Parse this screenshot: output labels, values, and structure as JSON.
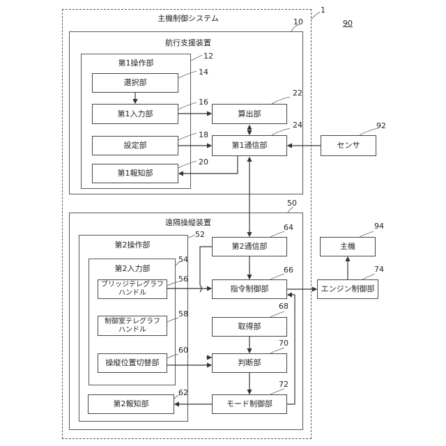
{
  "figure_number": "90",
  "system": {
    "title": "主機制御システム",
    "ref": "1"
  },
  "navigation_support_device": {
    "title": "航行支援装置",
    "ref": "10",
    "first_operation_unit": {
      "title": "第1操作部",
      "ref": "12",
      "selection_unit": {
        "label": "選択部",
        "ref": "14"
      },
      "first_input_unit": {
        "label": "第1入力部",
        "ref": "16"
      },
      "setting_unit": {
        "label": "設定部",
        "ref": "18"
      },
      "first_notification_unit": {
        "label": "第1報知部",
        "ref": "20"
      }
    },
    "calculation_unit": {
      "label": "算出部",
      "ref": "22"
    },
    "first_communication_unit": {
      "label": "第1通信部",
      "ref": "24"
    }
  },
  "sensor": {
    "label": "センサ",
    "ref": "92"
  },
  "remote_control_device": {
    "title": "遠隔操縦装置",
    "ref": "50",
    "second_operation_unit": {
      "title": "第2操作部",
      "ref": "52",
      "second_input_unit": {
        "title": "第2入力部",
        "ref": "54",
        "bridge_telegraph_handle": {
          "label_line1": "ブリッジテレグラフ",
          "label_line2": "ハンドル",
          "ref": "56"
        },
        "control_room_telegraph_handle": {
          "label_line1": "制御室テレグラフ",
          "label_line2": "ハンドル",
          "ref": "58"
        },
        "control_position_switch": {
          "label": "操縦位置切替部",
          "ref": "60"
        }
      },
      "second_notification_unit": {
        "label": "第2報知部",
        "ref": "62"
      }
    },
    "second_communication_unit": {
      "label": "第2通信部",
      "ref": "64"
    },
    "command_control_unit": {
      "label": "指令制御部",
      "ref": "66"
    },
    "acquisition_unit": {
      "label": "取得部",
      "ref": "68"
    },
    "judgment_unit": {
      "label": "判断部",
      "ref": "70"
    },
    "mode_control_unit": {
      "label": "モード制御部",
      "ref": "72"
    }
  },
  "main_engine": {
    "label": "主機",
    "ref": "94"
  },
  "engine_control_unit": {
    "label": "エンジン制御部",
    "ref": "74"
  }
}
